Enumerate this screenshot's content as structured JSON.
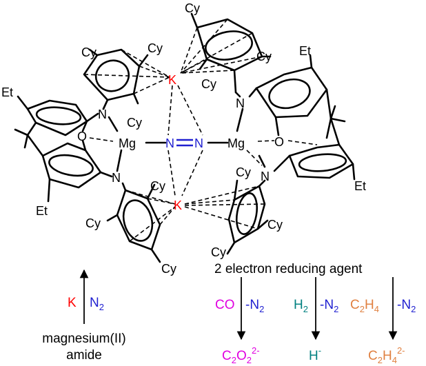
{
  "colors": {
    "black": "#000000",
    "potassium": "#ff0000",
    "nitrogen": "#1f1fd0",
    "magenta": "#e000e0",
    "teal": "#008080",
    "orange": "#e08040"
  },
  "structure": {
    "cy": "Cy",
    "et": "Et",
    "n": "N",
    "o": "O",
    "mg": "Mg",
    "k": "K"
  },
  "synthesis": {
    "reagent_k": "K",
    "reagent_n2": "N",
    "reagent_n2_sub": "2",
    "start_line1": "magnesium(II)",
    "start_line2": "amide"
  },
  "reactivity": {
    "heading": "2 electron reducing agent",
    "minus_n2": "-N",
    "n2_sub": "2",
    "co": {
      "reagent": "CO",
      "product_c": "C",
      "product_c_sub": "2",
      "product_o": "O",
      "product_o_sub": "2",
      "product_charge": "2-"
    },
    "h2": {
      "reagent": "H",
      "reagent_sub": "2",
      "product": "H",
      "product_charge": "-"
    },
    "c2h4": {
      "reagent_c": "C",
      "reagent_c_sub": "2",
      "reagent_h": "H",
      "reagent_h_sub": "4",
      "product_c": "C",
      "product_c_sub": "2",
      "product_h": "H",
      "product_h_sub": "4",
      "product_charge": "2-"
    }
  }
}
